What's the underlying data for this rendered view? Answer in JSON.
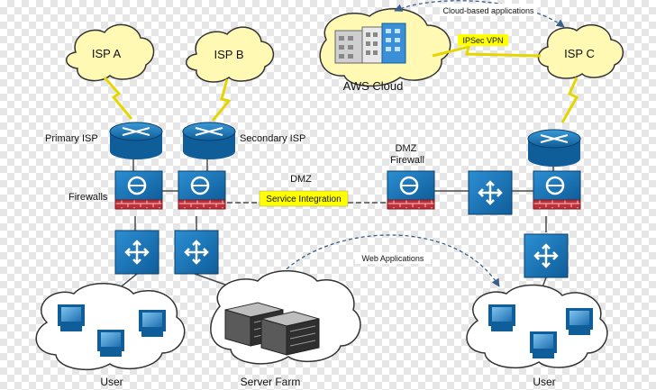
{
  "labels": {
    "isp_a": "ISP A",
    "isp_b": "ISP B",
    "isp_c": "ISP C",
    "aws_cloud": "AWS Cloud",
    "cloud_apps": "Cloud-based applications",
    "ipsec_vpn": "IPSec VPN",
    "primary_isp": "Primary ISP",
    "secondary_isp": "Secondary ISP",
    "firewalls": "Firewalls",
    "dmz": "DMZ",
    "dmz_firewall": "DMZ\nFirewall",
    "service_integration": "Service Integration",
    "web_applications": "Web Applications",
    "user_left": "User",
    "server_farm": "Server Farm",
    "user_right": "User"
  },
  "colors": {
    "cloud_fill": "#fff9b3",
    "device_blue": "#1a7fc4",
    "device_dark": "#0e5a94",
    "highlight": "#ffff00",
    "brick": "#c0303a",
    "link": "#555555"
  },
  "icons": [
    "router-icon",
    "firewall-icon",
    "switch-icon",
    "workstation-icon",
    "server-icon",
    "building-icon",
    "lightning-icon"
  ]
}
